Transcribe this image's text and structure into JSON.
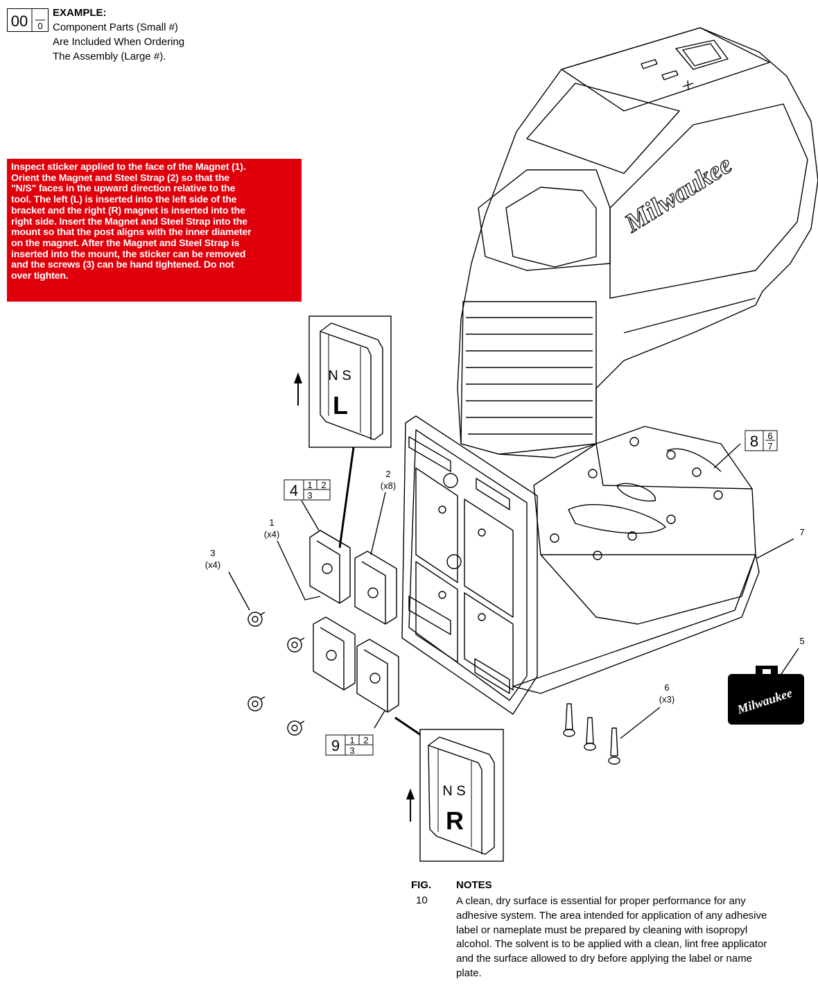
{
  "example": {
    "big_num": "00",
    "small_top": "",
    "small_bottom": "0",
    "title": "EXAMPLE:",
    "lines": [
      "Component Parts (Small #)",
      "Are Included When Ordering",
      "The Assembly (Large #)."
    ]
  },
  "warning": {
    "lines": [
      "Inspect sticker applied to the face of the Magnet (1).",
      "Orient the Magnet and Steel Strap (2) so that the",
      "\"N/S\" faces in the upward direction relative to the",
      "tool. The left (L) is inserted into the left side of the",
      "bracket and the right (R) magnet is inserted into the",
      "right side. Insert the Magnet and Steel Strap into the",
      "mount so that the post aligns with the inner diameter",
      "on the magnet. After the Magnet and Steel Strap is",
      "inserted into the mount, the sticker can be removed",
      "and the screws (3) can be hand tightened. Do not",
      "over tighten."
    ],
    "color": "#e0000b"
  },
  "callouts": {
    "p1": {
      "num": "1",
      "qty": "(x4)"
    },
    "p2": {
      "num": "2",
      "qty": "(x8)"
    },
    "p3": {
      "num": "3",
      "qty": "(x4)"
    },
    "p5": {
      "num": "5"
    },
    "p6": {
      "num": "6",
      "qty": "(x3)"
    },
    "p7": {
      "num": "7"
    }
  },
  "assemblies": {
    "a4": {
      "big": "4",
      "s1": "1",
      "s2": "2",
      "s3": "3"
    },
    "a8": {
      "big": "8",
      "s1": "6",
      "s2": "7"
    },
    "a9": {
      "big": "9",
      "s1": "1",
      "s2": "2",
      "s3": "3"
    }
  },
  "detail_left": {
    "ns": "N S",
    "side": "L"
  },
  "detail_right": {
    "ns": "N S",
    "side": "R"
  },
  "logo_text": "Milwaukee",
  "notes": {
    "fig_label": "FIG.",
    "fig_num": "10",
    "heading": "NOTES",
    "lines": [
      "A clean, dry surface is essential for proper performance for any",
      "adhesive system. The area intended for application of any adhesive",
      "label or nameplate must be prepared by cleaning with isopropyl",
      "alcohol. The solvent is to be applied with a clean, lint free applicator",
      "and the surface allowed to dry before applying the label or name",
      "plate."
    ]
  }
}
